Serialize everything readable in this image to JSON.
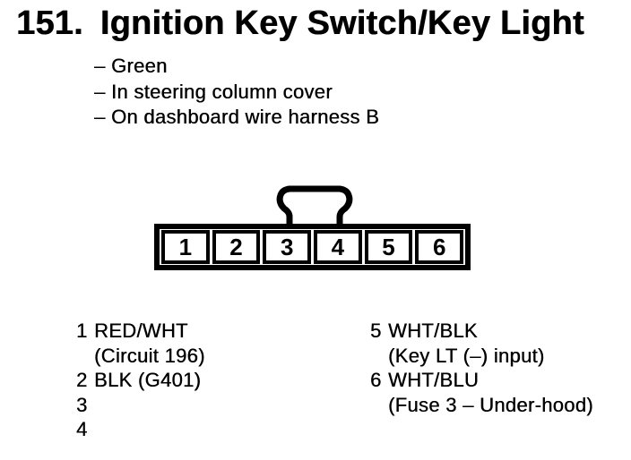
{
  "title": {
    "number": "151.",
    "text": "Ignition Key Switch/Key Light"
  },
  "notes": [
    "– Green",
    "– In steering column cover",
    "– On dashboard wire harness B"
  ],
  "connector": {
    "pins": [
      "1",
      "2",
      "3",
      "4",
      "5",
      "6"
    ]
  },
  "pin_list": {
    "left": [
      {
        "pin": "1",
        "lines": [
          "RED/WHT",
          "(Circuit 196)"
        ]
      },
      {
        "pin": "2",
        "lines": [
          "BLK (G401)"
        ]
      },
      {
        "pin": "3",
        "lines": []
      },
      {
        "pin": "4",
        "lines": []
      }
    ],
    "right": [
      {
        "pin": "5",
        "lines": [
          "WHT/BLK",
          "(Key LT (–) input)"
        ]
      },
      {
        "pin": "6",
        "lines": [
          "WHT/BLU",
          "(Fuse 3 – Under-hood)"
        ]
      }
    ]
  },
  "colors": {
    "ink": "#000000",
    "paper": "#ffffff"
  }
}
